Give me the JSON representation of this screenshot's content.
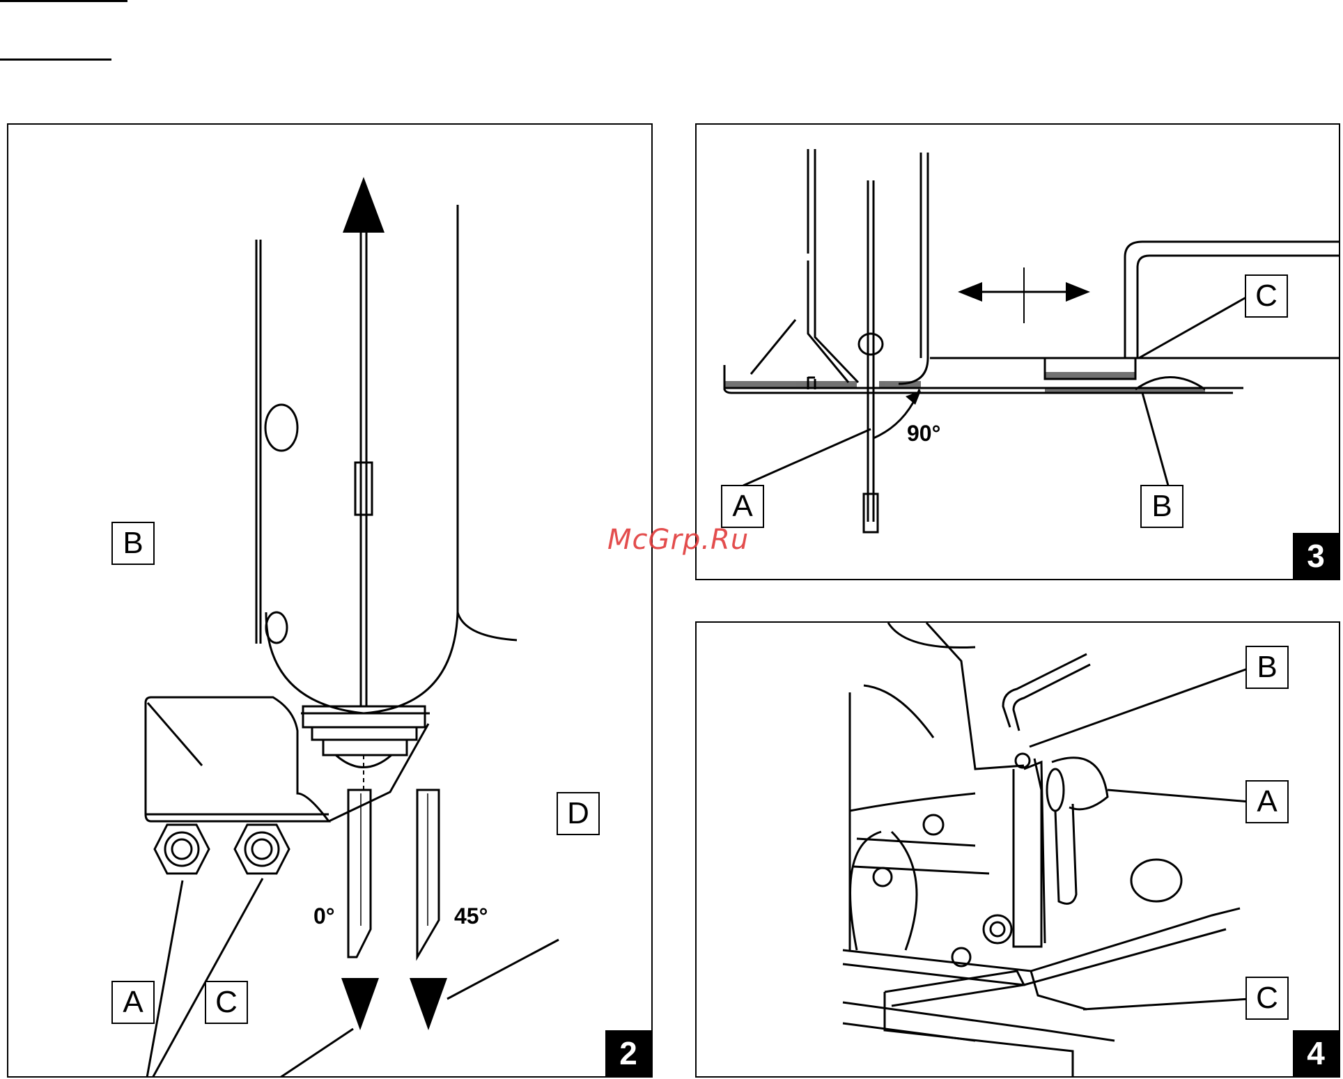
{
  "watermark": "McGrp.Ru",
  "figures": [
    {
      "number": "2",
      "callouts": {
        "a": "A",
        "b": "B",
        "c": "C",
        "d": "D"
      },
      "angles": {
        "zero": "0°",
        "fortyfive": "45°"
      }
    },
    {
      "number": "3",
      "callouts": {
        "a": "A",
        "b": "B",
        "c": "C"
      },
      "angles": {
        "ninety": "90°"
      }
    },
    {
      "number": "4",
      "callouts": {
        "a": "A",
        "b": "B",
        "c": "C"
      }
    }
  ]
}
